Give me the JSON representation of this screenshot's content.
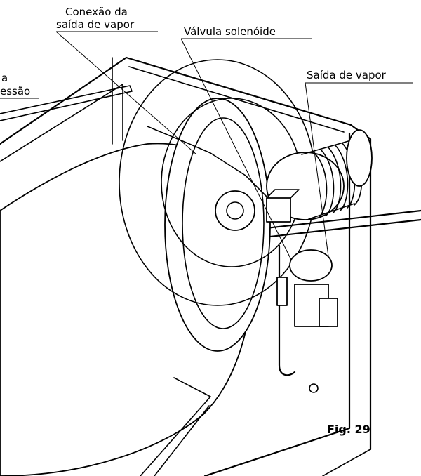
{
  "labels": {
    "steam_outlet_connection_line1": "Conexão da",
    "steam_outlet_connection_line2": "saída de vapor",
    "solenoid_valve": "Válvula solenóide",
    "steam_outlet": "Saída de vapor",
    "partial_left_line1": "a",
    "partial_left_line2": "essão"
  },
  "figure_caption": "Fig. 29"
}
